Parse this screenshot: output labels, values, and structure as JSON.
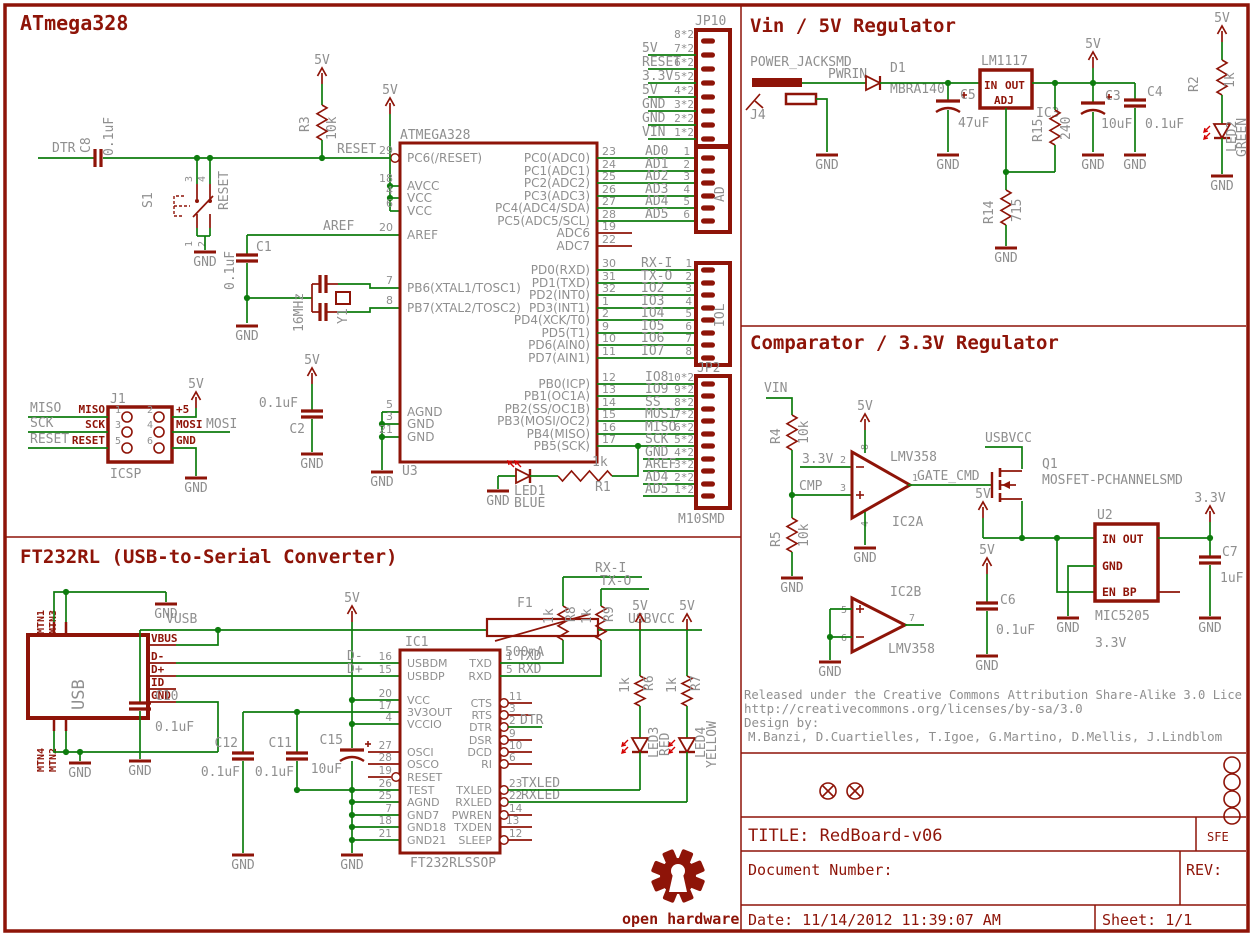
{
  "palette": {
    "maroon": "#8e1408",
    "green": "#0e7c0e",
    "gray": "#8f8f8f",
    "red": "#d40000",
    "bg": "#ffffff"
  },
  "labels": {
    "gnd": "GND",
    "v5": "5V",
    "v33": "3.3V"
  },
  "sections": {
    "atmega": {
      "title": "ATmega328"
    },
    "vin": {
      "title": "Vin / 5V Regulator"
    },
    "comp": {
      "title": "Comparator / 3.3V Regulator"
    },
    "ftdi": {
      "title": "FT232RL (USB-to-Serial Converter)"
    }
  },
  "atmega": {
    "nets": {
      "dtr": "DTR",
      "reset": "RESET",
      "aref": "AREF",
      "mosi": "MOSI"
    },
    "mcu": {
      "name": "ATMEGA328",
      "refdes": "U3",
      "left": [
        [
          "29",
          "PC6(/RESET)"
        ],
        [
          "18",
          "AVCC"
        ],
        [
          "4",
          "VCC"
        ],
        [
          "6",
          "VCC"
        ],
        [
          "20",
          "AREF"
        ],
        [
          "7",
          "PB6(XTAL1/TOSC1)"
        ],
        [
          "8",
          "PB7(XTAL2/TOSC2)"
        ],
        [
          "5",
          "AGND"
        ],
        [
          "3",
          "GND"
        ],
        [
          "21",
          "GND"
        ]
      ],
      "ra": [
        [
          "23",
          "PC0(ADC0)",
          "AD0",
          "1"
        ],
        [
          "24",
          "PC1(ADC1)",
          "AD1",
          "2"
        ],
        [
          "25",
          "PC2(ADC2)",
          "AD2",
          "3"
        ],
        [
          "26",
          "PC3(ADC3)",
          "AD3",
          "4"
        ],
        [
          "27",
          "PC4(ADC4/SDA)",
          "AD4",
          "5"
        ],
        [
          "28",
          "PC5(ADC5/SCL)",
          "AD5",
          "6"
        ],
        [
          "19",
          "ADC6",
          "",
          ""
        ],
        [
          "22",
          "ADC7",
          "",
          ""
        ]
      ],
      "rb": [
        [
          "30",
          "PD0(RXD)",
          "RX-I",
          "1"
        ],
        [
          "31",
          "PD1(TXD)",
          "TX-O",
          "2"
        ],
        [
          "32",
          "PD2(INT0)",
          "IO2",
          "3"
        ],
        [
          "1",
          "PD3(INT1)",
          "IO3",
          "4"
        ],
        [
          "2",
          "PD4(XCK/T0)",
          "IO4",
          "5"
        ],
        [
          "9",
          "PD5(T1)",
          "IO5",
          "6"
        ],
        [
          "10",
          "PD6(AIN0)",
          "IO6",
          "7"
        ],
        [
          "11",
          "PD7(AIN1)",
          "IO7",
          "8"
        ]
      ],
      "rc": [
        [
          "12",
          "PB0(ICP)",
          "IO8",
          "10*2"
        ],
        [
          "13",
          "PB1(OC1A)",
          "IO9",
          "9*2"
        ],
        [
          "14",
          "PB2(SS/OC1B)",
          "SS",
          "8*2"
        ],
        [
          "15",
          "PB3(MOSI/OC2)",
          "MOSI",
          "7*2"
        ],
        [
          "16",
          "PB4(MISO)",
          "MISO",
          "6*2"
        ],
        [
          "17",
          "PB5(SCK)",
          "SCK",
          "5*2"
        ]
      ]
    },
    "m10_extra": [
      [
        "GND",
        "4*2"
      ],
      [
        "AREF",
        "3*2"
      ],
      [
        "AD4",
        "2*2"
      ],
      [
        "AD5",
        "1*2"
      ]
    ],
    "jp10": {
      "refdes": "JP10",
      "rows": [
        [
          "",
          "8*2"
        ],
        [
          "5V",
          "7*2"
        ],
        [
          "RESET",
          "6*2"
        ],
        [
          "3.3V",
          "5*2"
        ],
        [
          "5V",
          "4*2"
        ],
        [
          "GND",
          "3*2"
        ],
        [
          "GND",
          "2*2"
        ],
        [
          "VIN",
          "1*2"
        ]
      ]
    },
    "ad": {
      "label": "AD"
    },
    "iol": {
      "label": "IOL"
    },
    "m10": {
      "refdes": "JP2",
      "value": "M10SMD"
    },
    "icsp": {
      "refdes": "J1",
      "name": "ICSP",
      "pins": [
        "1",
        "2",
        "3",
        "4",
        "5",
        "6"
      ],
      "left": [
        "MISO",
        "SCK",
        "RESET"
      ],
      "right": [
        "+5",
        "MOSI",
        "GND"
      ]
    },
    "c8": {
      "r": "C8",
      "v": "0.1uF"
    },
    "r3": {
      "r": "R3",
      "v": "10k"
    },
    "s1": {
      "r": "S1",
      "v": "RESET",
      "p": [
        "3",
        "4",
        "1",
        "2"
      ]
    },
    "c1": {
      "r": "C1",
      "v": "0.1uF"
    },
    "y1": {
      "r": "Y1",
      "v": "16MHz"
    },
    "c2": {
      "r": "C2",
      "v": "0.1uF"
    },
    "led1": {
      "r": "LED1",
      "v": "BLUE"
    },
    "r1": {
      "r": "R1",
      "v": "1k"
    }
  },
  "vin": {
    "jack": {
      "r": "J4",
      "name": "POWER_JACKSMD"
    },
    "net_pwrin": "PWRIN",
    "d1": {
      "r": "D1",
      "v": "MBRA140"
    },
    "c5": {
      "r": "C5",
      "v": "47uF"
    },
    "reg": {
      "name": "LM1117",
      "r": "IC3",
      "p_in": "IN",
      "p_out": "OUT",
      "p_adj": "ADJ"
    },
    "r15": {
      "r": "R15",
      "v": "240"
    },
    "r14": {
      "r": "R14",
      "v": "715"
    },
    "c3": {
      "r": "C3",
      "v": "10uF"
    },
    "c4": {
      "r": "C4",
      "v": "0.1uF"
    },
    "r2": {
      "r": "R2",
      "v": "1k"
    },
    "led2": {
      "r": "LED2",
      "v": "GREEN"
    }
  },
  "comp": {
    "net_vin": "VIN",
    "net_cmp": "CMP",
    "net_33": "3.3V",
    "net_gate": "GATE_CMD",
    "net_usbvcc": "USBVCC",
    "r4": {
      "r": "R4",
      "v": "10k"
    },
    "r5": {
      "r": "R5",
      "v": "10k"
    },
    "opa": {
      "name": "LMV358",
      "r": "IC2A",
      "pins": [
        "8",
        "2",
        "3",
        "4",
        "1"
      ]
    },
    "opb": {
      "name": "LMV358",
      "r": "IC2B",
      "pins": [
        "5",
        "6",
        "7"
      ]
    },
    "q1": {
      "r": "Q1",
      "v": "MOSFET-PCHANNELSMD"
    },
    "u2": {
      "r": "U2",
      "name": "MIC5205",
      "v": "3.3V",
      "rows": [
        "IN  OUT",
        "GND",
        "EN  BP"
      ]
    },
    "c6": {
      "r": "C6",
      "v": "0.1uF"
    },
    "c7": {
      "r": "C7",
      "v": "1uF"
    }
  },
  "ftdi": {
    "usb": {
      "label": "USB",
      "pins": [
        "VBUS",
        "D-",
        "D+",
        "ID",
        "GND"
      ],
      "tabs": [
        "MTN1",
        "MTN3",
        "MTN4",
        "MTN2"
      ]
    },
    "net_vusb": "VUSB",
    "net_usbvcc": "USBVCC",
    "net_rxi": "RX-I",
    "net_txo": "TX-O",
    "f1": {
      "r": "F1",
      "v": "500mA"
    },
    "c10": {
      "r": "C10",
      "v": "0.1uF"
    },
    "c12": {
      "r": "C12",
      "v": "0.1uF"
    },
    "c11": {
      "r": "C11",
      "v": "0.1uF"
    },
    "c15": {
      "r": "C15",
      "v": "10uF"
    },
    "ic1": {
      "r": "IC1",
      "name": "FT232RLSSOP",
      "left": [
        [
          "16",
          "USBDM",
          "D-"
        ],
        [
          "15",
          "USBDP",
          "D+"
        ],
        [
          "20",
          "VCC",
          ""
        ],
        [
          "17",
          "3V3OUT",
          ""
        ],
        [
          "4",
          "VCCIO",
          ""
        ],
        [
          "27",
          "OSCI",
          ""
        ],
        [
          "28",
          "OSCO",
          ""
        ],
        [
          "19",
          "RESET",
          ""
        ],
        [
          "26",
          "TEST",
          ""
        ],
        [
          "25",
          "AGND",
          ""
        ],
        [
          "7",
          "GND7",
          ""
        ],
        [
          "18",
          "GND18",
          ""
        ],
        [
          "21",
          "GND21",
          ""
        ]
      ],
      "right": [
        [
          "1",
          "TXD",
          "TXD"
        ],
        [
          "5",
          "RXD",
          "RXD"
        ],
        [
          "11",
          "CTS",
          ""
        ],
        [
          "3",
          "RTS",
          ""
        ],
        [
          "2",
          "DTR",
          "DTR"
        ],
        [
          "9",
          "DSR",
          ""
        ],
        [
          "10",
          "DCD",
          ""
        ],
        [
          "6",
          "RI",
          ""
        ],
        [
          "23",
          "TXLED",
          "TXLED"
        ],
        [
          "22",
          "RXLED",
          "RXLED"
        ],
        [
          "14",
          "PWREN",
          ""
        ],
        [
          "13",
          "TXDEN",
          ""
        ],
        [
          "12",
          "SLEEP",
          ""
        ]
      ]
    },
    "r8": {
      "r": "R8",
      "v": "1k"
    },
    "r9": {
      "r": "R9",
      "v": "1k"
    },
    "r6": {
      "r": "R6",
      "v": "1k"
    },
    "r7": {
      "r": "R7",
      "v": "1k"
    },
    "led3": {
      "r": "LED3",
      "v": "RED"
    },
    "led4": {
      "r": "LED4",
      "v": "YELLOW"
    }
  },
  "license": {
    "l1": "Released under the Creative Commons Attribution Share-Alike 3.0 Lice",
    "l2": "http://creativecommons.org/licenses/by-sa/3.0",
    "l3": "Design by:",
    "l4": "M.Banzi, D.Cuartielles, T.Igoe, G.Martino, D.Mellis, J.Lindblom"
  },
  "logo": {
    "text": "open hardware"
  },
  "tb": {
    "title": "TITLE: RedBoard-v06",
    "org": "SFE",
    "doc": "Document Number:",
    "rev": "REV:",
    "date": "Date: 11/14/2012 11:39:07 AM",
    "sheet": "Sheet: 1/1"
  }
}
